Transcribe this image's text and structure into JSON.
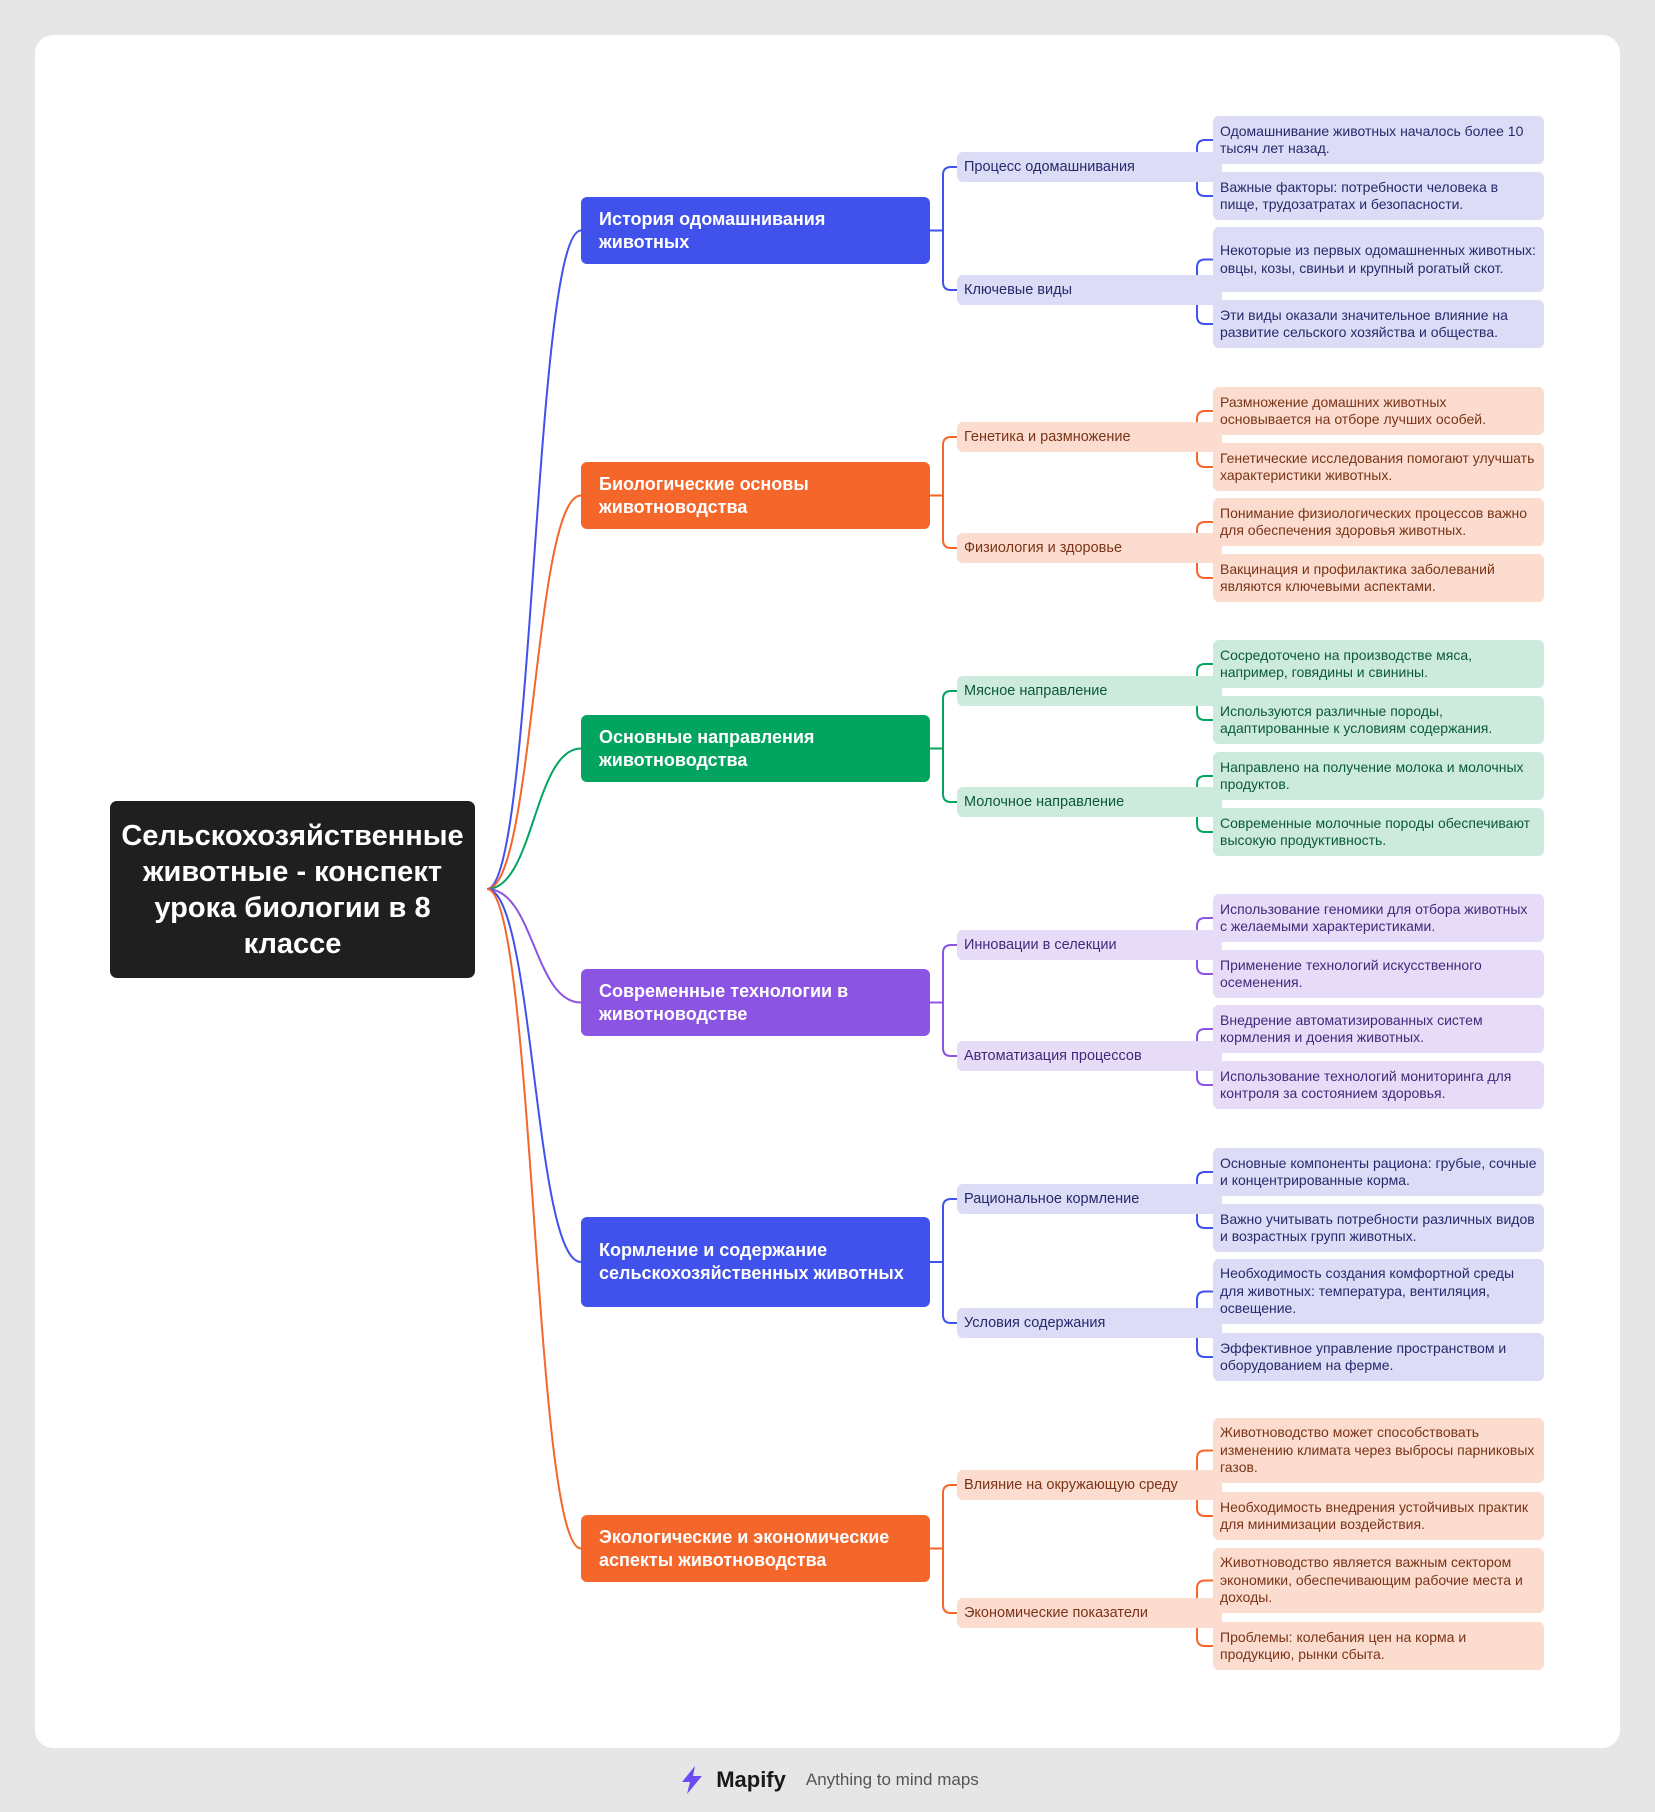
{
  "root": {
    "title": "Сельскохозяйственные животные - конспект урока биологии в 8 классе"
  },
  "branches": [
    {
      "title": "История одомашнивания животных",
      "color": "#4152ec",
      "light": "#dcdcf7",
      "ink": "#262a6b",
      "subs": [
        {
          "label": "Процесс одомашнивания",
          "details": [
            "Одомашнивание животных началось более 10 тысяч лет назад.",
            "Важные факторы: потребности человека в пище, трудозатратах и безопасности."
          ]
        },
        {
          "label": "Ключевые виды",
          "details": [
            "Некоторые из первых одомашненных животных: овцы, козы, свиньи и крупный рогатый скот.",
            "Эти виды оказали значительное влияние на развитие сельского хозяйства и общества."
          ]
        }
      ]
    },
    {
      "title": "Биологические основы животноводства",
      "color": "#f4662a",
      "light": "#fbdcce",
      "ink": "#7a3418",
      "subs": [
        {
          "label": "Генетика и размножение",
          "details": [
            "Размножение домашних животных основывается на отборе лучших особей.",
            "Генетические исследования помогают улучшать характеристики животных."
          ]
        },
        {
          "label": "Физиология и здоровье",
          "details": [
            "Понимание физиологических процессов важно для обеспечения здоровья животных.",
            "Вакцинация и профилактика заболеваний являются ключевыми аспектами."
          ]
        }
      ]
    },
    {
      "title": "Основные направления животноводства",
      "color": "#03a45f",
      "light": "#cdebdd",
      "ink": "#0b5a37",
      "subs": [
        {
          "label": "Мясное направление",
          "details": [
            "Сосредоточено на производстве мяса, например, говядины и свинины.",
            "Используются различные породы, адаптированные к условиям содержания."
          ]
        },
        {
          "label": "Молочное направление",
          "details": [
            "Направлено на получение молока и молочных продуктов.",
            "Современные молочные породы обеспечивают высокую продуктивность."
          ]
        }
      ]
    },
    {
      "title": "Современные технологии в животноводстве",
      "color": "#8b54e3",
      "light": "#e6dcf7",
      "ink": "#41297a",
      "subs": [
        {
          "label": "Инновации в селекции",
          "details": [
            "Использование геномики для отбора животных с желаемыми характеристиками.",
            "Применение технологий искусственного осеменения."
          ]
        },
        {
          "label": "Автоматизация процессов",
          "details": [
            "Внедрение автоматизированных систем кормления и доения животных.",
            "Использование технологий мониторинга для контроля за состоянием здоровья."
          ]
        }
      ]
    },
    {
      "title": "Кормление и содержание сельскохозяйственных животных",
      "color": "#4152ec",
      "light": "#dcdcf7",
      "ink": "#262a6b",
      "subs": [
        {
          "label": "Рациональное кормление",
          "details": [
            "Основные компоненты рациона: грубые, сочные и концентрированные корма.",
            "Важно учитывать потребности различных видов и возрастных групп животных."
          ]
        },
        {
          "label": "Условия содержания",
          "details": [
            "Необходимость создания комфортной среды для животных: температура, вентиляция, освещение.",
            "Эффективное управление пространством и оборудованием на ферме."
          ]
        }
      ]
    },
    {
      "title": "Экологические и экономические аспекты животноводства",
      "color": "#f4662a",
      "light": "#fbdcce",
      "ink": "#7a3418",
      "subs": [
        {
          "label": "Влияние на окружающую среду",
          "details": [
            "Животноводство может способствовать изменению климата через выбросы парниковых газов.",
            "Необходимость внедрения устойчивых практик для минимизации воздействия."
          ]
        },
        {
          "label": "Экономические показатели",
          "details": [
            "Животноводство является важным сектором экономики, обеспечивающим рабочие места и доходы.",
            "Проблемы: колебания цен на корма и продукцию, рынки сбыта."
          ]
        }
      ]
    }
  ],
  "footer": {
    "brand": "Mapify",
    "tagline": "Anything to mind maps",
    "logo_icon": "lightning-bolt-icon"
  }
}
